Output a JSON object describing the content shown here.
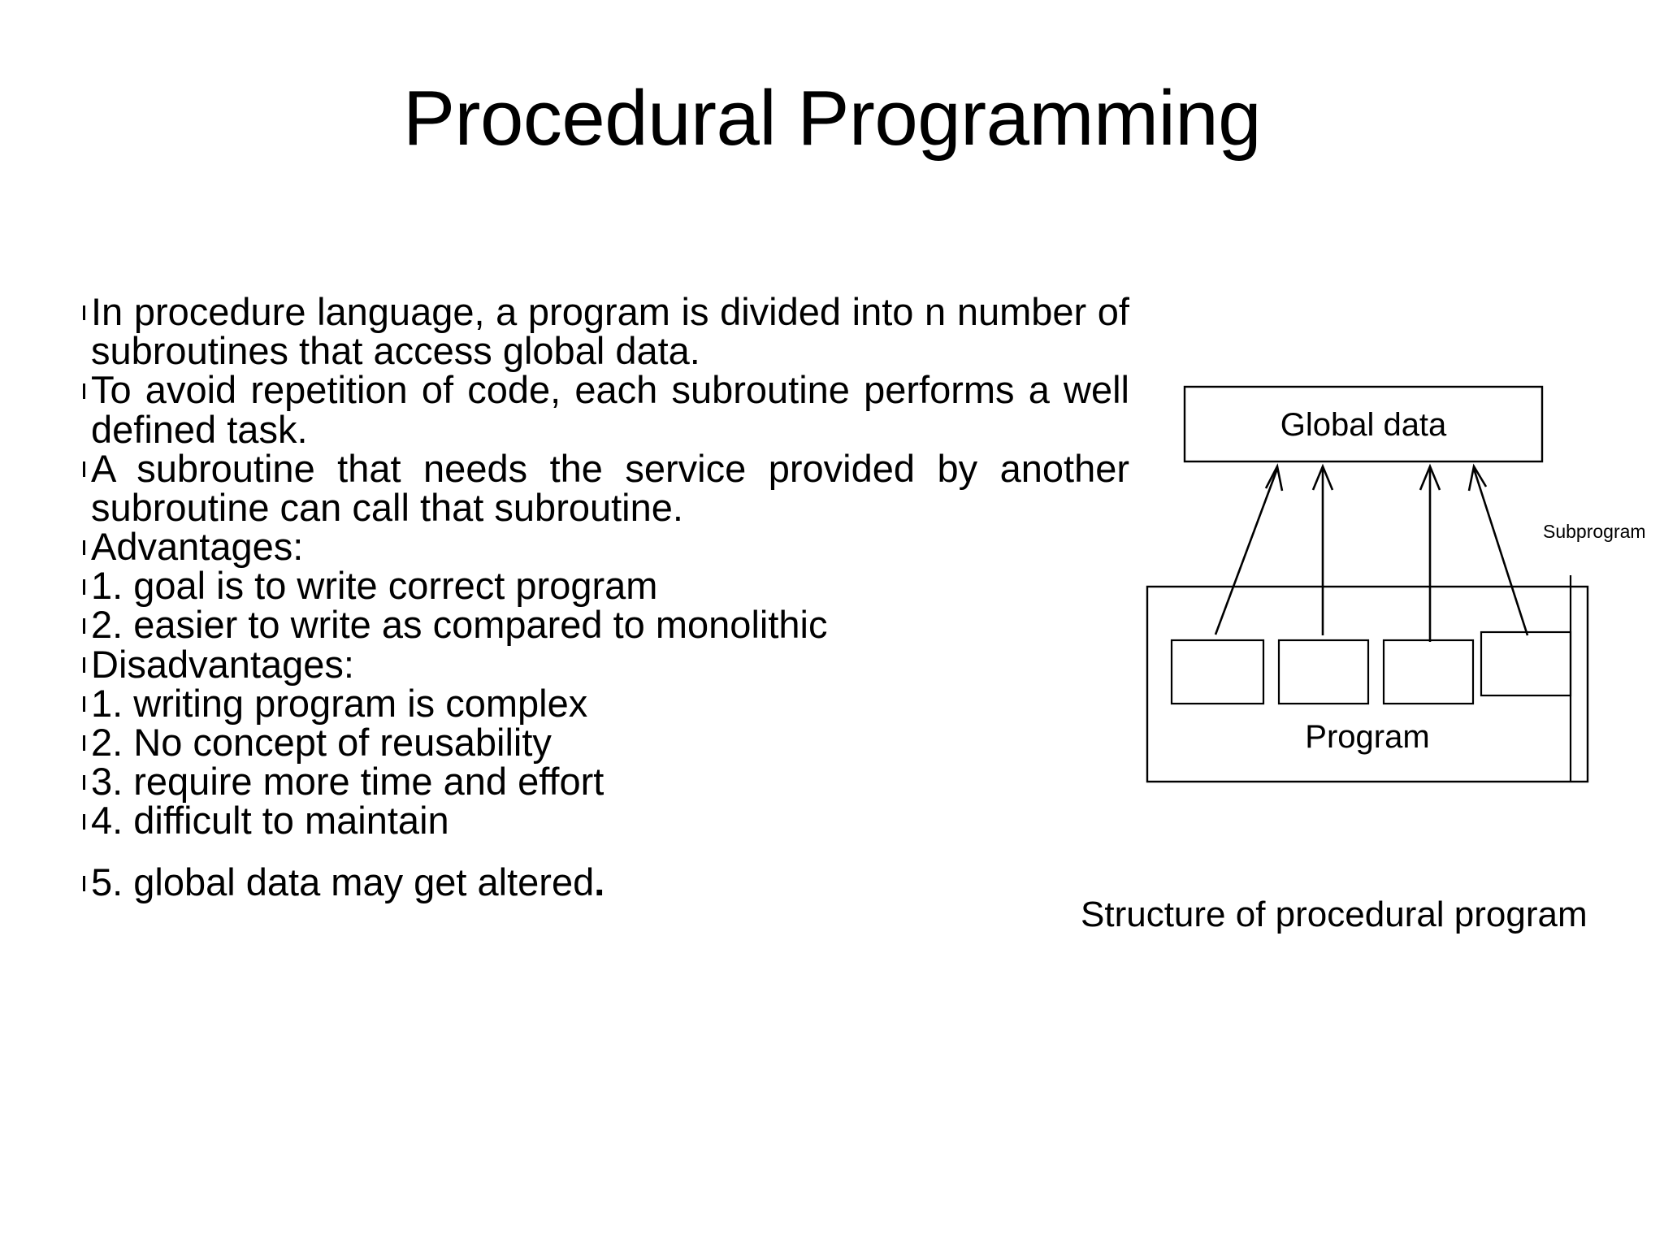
{
  "slide": {
    "title": "Procedural Programming",
    "background_color": "#ffffff",
    "text_color": "#000000"
  },
  "body": {
    "bullet_glyph": "bullet-tick",
    "items": [
      {
        "marker": "bullet-tick",
        "text": "In procedure language, a program is divided into n number of subroutines  that access global data.",
        "justified": true
      },
      {
        "marker": "bullet-tick",
        "text": "To avoid repetition of code, each subroutine performs a well defined task.",
        "justified": true
      },
      {
        "marker": "bullet-tick",
        "text": "A subroutine that needs the service provided by another subroutine can call that subroutine.",
        "justified": true
      },
      {
        "marker": "bullet-tick",
        "text": "Advantages:",
        "justified": false
      },
      {
        "marker": "bullet-tick",
        "text": "1. goal is to write correct program",
        "justified": false
      },
      {
        "marker": "bullet-tick",
        "text": "2. easier to write as compared to monolithic",
        "justified": false
      },
      {
        "marker": "bullet-tick",
        "text": "Disadvantages:",
        "justified": false
      },
      {
        "marker": "bullet-tick",
        "text": "1. writing program is complex",
        "justified": false
      },
      {
        "marker": "bullet-tick",
        "text": "2. No concept of reusability",
        "justified": false
      },
      {
        "marker": "bullet-tick",
        "text": "3. require more time and effort",
        "justified": false
      },
      {
        "marker": "bullet-tick",
        "text": "4. difficult to maintain",
        "justified": false
      },
      {
        "marker": "bullet-tick",
        "text": "5. global data may get altered",
        "suffix": ".",
        "suffix_bold": true,
        "justified": false,
        "extra_gap": true
      }
    ]
  },
  "diagram": {
    "global_data_label": "Global data",
    "program_label": "Program",
    "subprogram_label": "Subprogram",
    "subroutine_count": 4,
    "arrow_count": 4,
    "stroke_color": "#000000",
    "fill_color": "#ffffff"
  },
  "caption": {
    "text": "Structure of procedural program"
  }
}
